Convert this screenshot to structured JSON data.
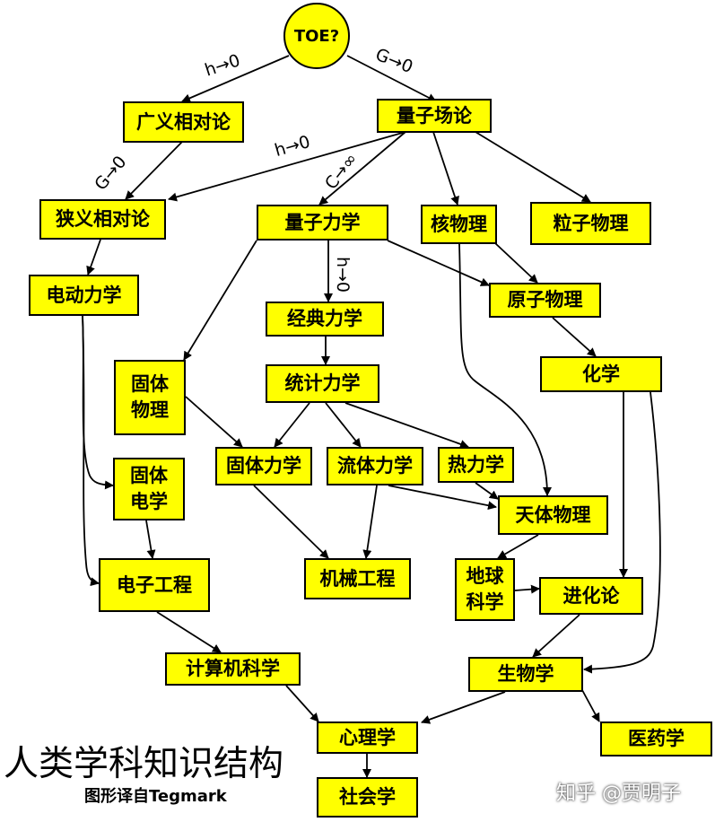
{
  "root": "TOE?",
  "nodes": {
    "qft": "量子场论",
    "gr": "广义相对论",
    "sr": "狭义相对论",
    "qm": "量子力学",
    "nuclear": "核物理",
    "particle": "粒子物理",
    "electrodynamics": "电动力学",
    "classical": "经典力学",
    "atomic": "原子物理",
    "solid_state_1": "固体",
    "solid_state_2": "物理",
    "statistical": "统计力学",
    "chemistry": "化学",
    "solid_mech": "固体力学",
    "fluid_mech": "流体力学",
    "thermo": "热力学",
    "solid_elec_1": "固体",
    "solid_elec_2": "电学",
    "astro": "天体物理",
    "ee": "电子工程",
    "mech_eng": "机械工程",
    "earth_1": "地球",
    "earth_2": "科学",
    "evolution": "进化论",
    "cs": "计算机科学",
    "biology": "生物学",
    "psychology": "心理学",
    "medicine": "医药学",
    "sociology": "社会学"
  },
  "edge_labels": {
    "h0_a": "h→0",
    "g0_a": "G→0",
    "h0_b": "h→0",
    "g0_b": "G→0",
    "c_inf": "C→∞",
    "h0_c": "h→0"
  },
  "title": "人类学科知识结构",
  "subtitle": "图形译自Tegmark",
  "watermark": "知乎 @贾明子"
}
